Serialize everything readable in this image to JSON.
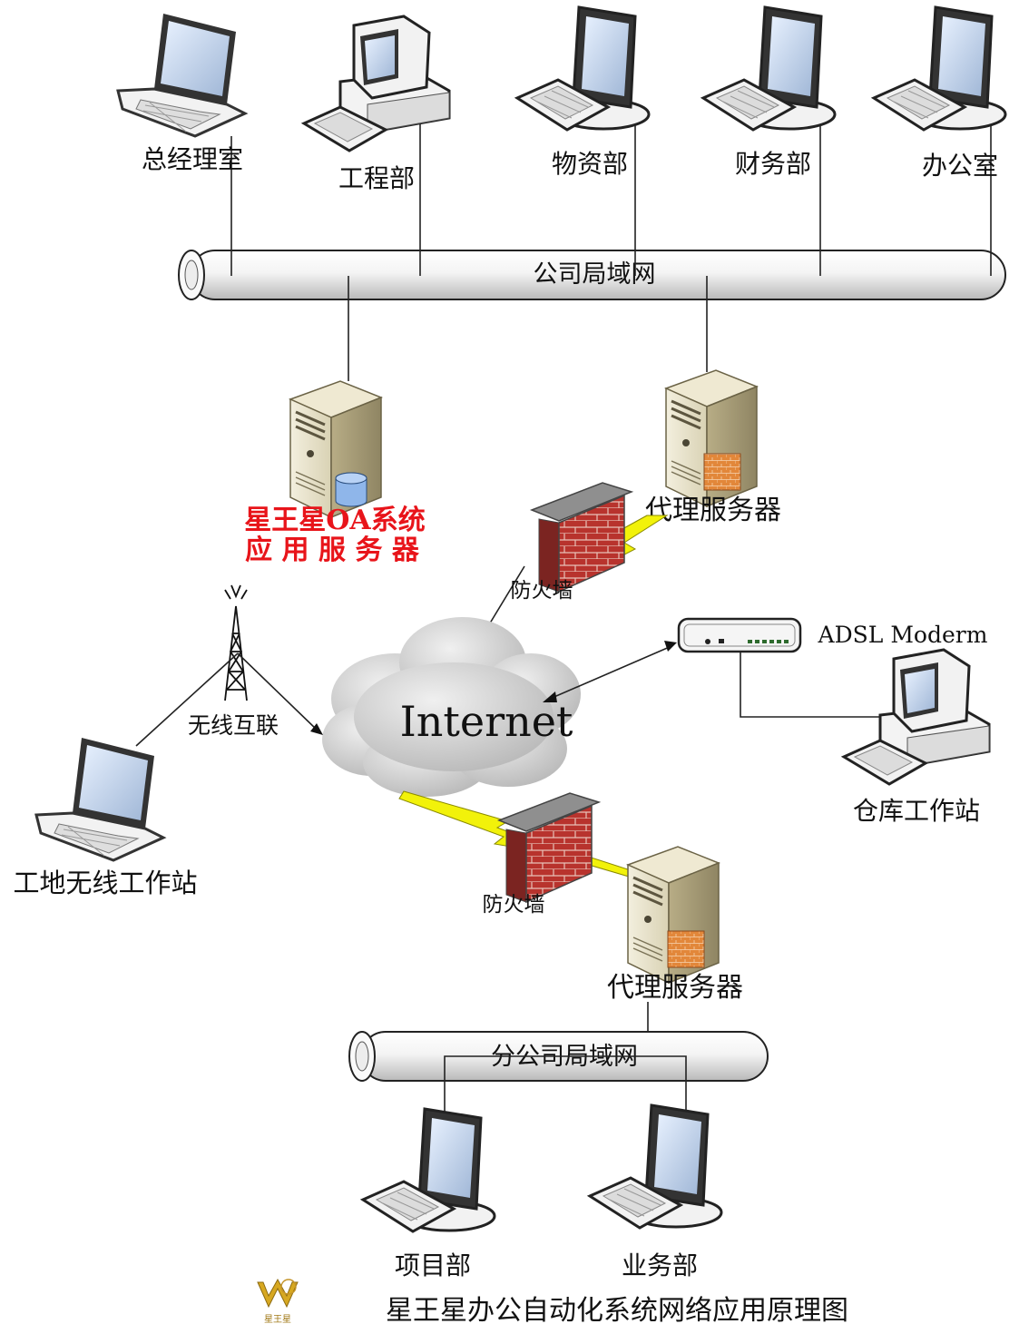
{
  "colors": {
    "background": "#ffffff",
    "server_label": "#e8141a",
    "lightning": "#f2f20a",
    "firewall": "#b8332d",
    "cloud": "#c9c9c9"
  },
  "hq": {
    "lan_label": "公司局域网",
    "nodes": [
      {
        "label": "总经理室",
        "icon": "laptop-icon"
      },
      {
        "label": "工程部",
        "icon": "desktop-pc-icon"
      },
      {
        "label": "物资部",
        "icon": "monitor-workstation-icon"
      },
      {
        "label": "财务部",
        "icon": "monitor-workstation-icon"
      },
      {
        "label": "办公室",
        "icon": "monitor-workstation-icon"
      }
    ],
    "oa_server": {
      "line1": "星王星OA系统",
      "line2": "应 用 服 务 器",
      "icon": "database-server-icon"
    },
    "proxy_server": {
      "label": "代理服务器",
      "icon": "proxy-server-icon"
    },
    "firewall": {
      "label": "防火墙",
      "icon": "firewall-icon"
    }
  },
  "internet": {
    "label": "Internet",
    "icon": "cloud-icon"
  },
  "wireless": {
    "link_label": "无线互联",
    "tower_icon": "radio-tower-icon",
    "site_label": "工地无线工作站"
  },
  "adsl": {
    "label": "ADSL Moderm",
    "icon": "adsl-modem-icon",
    "warehouse_label": "仓库工作站"
  },
  "branch": {
    "firewall": {
      "label": "防火墙"
    },
    "proxy_server": {
      "label": "代理服务器"
    },
    "lan_label": "分公司局域网",
    "nodes": [
      {
        "label": "项目部",
        "icon": "monitor-workstation-icon"
      },
      {
        "label": "业务部",
        "icon": "monitor-workstation-icon"
      }
    ]
  },
  "footer": {
    "logo_text": "星王星",
    "caption": "星王星办公自动化系统网络应用原理图"
  }
}
